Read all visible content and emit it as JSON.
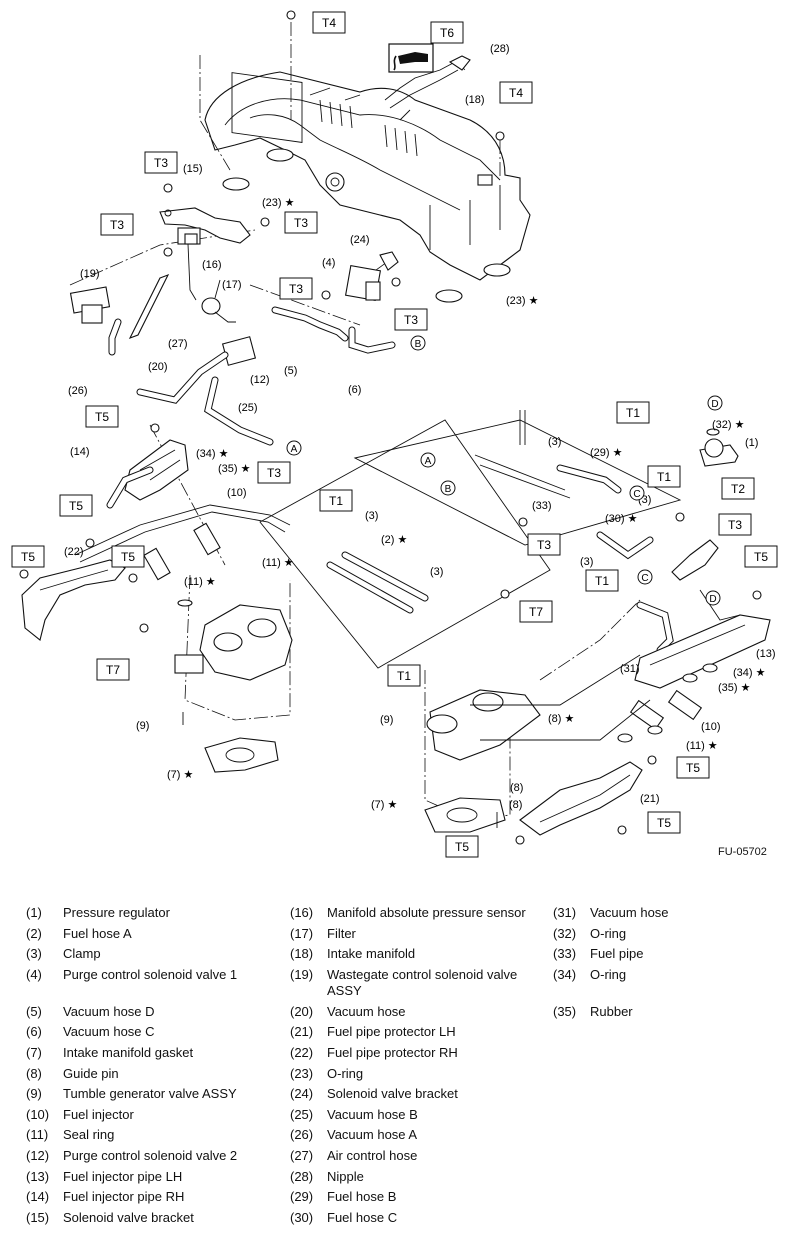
{
  "figure_id": "FU-05702",
  "tightening_labels": [
    "T1",
    "T2",
    "T3",
    "T4",
    "T5",
    "T6",
    "T7"
  ],
  "callouts": [
    "(1)",
    "(2)",
    "(3)",
    "(4)",
    "(5)",
    "(6)",
    "(7)",
    "(8)",
    "(9)",
    "(10)",
    "(11)",
    "(12)",
    "(13)",
    "(14)",
    "(15)",
    "(16)",
    "(17)",
    "(18)",
    "(19)",
    "(20)",
    "(21)",
    "(22)",
    "(23)",
    "(24)",
    "(25)",
    "(26)",
    "(27)",
    "(28)",
    "(29)",
    "(30)",
    "(31)",
    "(32)",
    "(33)",
    "(34)",
    "(35)"
  ],
  "connectors": [
    "A",
    "B",
    "C",
    "D"
  ],
  "replace_mark": "★",
  "legend": [
    {
      "num": "(1)",
      "name": "Pressure regulator"
    },
    {
      "num": "(2)",
      "name": "Fuel hose A"
    },
    {
      "num": "(3)",
      "name": "Clamp"
    },
    {
      "num": "(4)",
      "name": "Purge control solenoid valve 1"
    },
    {
      "num": "(5)",
      "name": "Vacuum hose D"
    },
    {
      "num": "(6)",
      "name": "Vacuum hose C"
    },
    {
      "num": "(7)",
      "name": "Intake manifold gasket"
    },
    {
      "num": "(8)",
      "name": "Guide pin"
    },
    {
      "num": "(9)",
      "name": "Tumble generator valve ASSY"
    },
    {
      "num": "(10)",
      "name": "Fuel injector"
    },
    {
      "num": "(11)",
      "name": "Seal ring"
    },
    {
      "num": "(12)",
      "name": "Purge control solenoid valve 2"
    },
    {
      "num": "(13)",
      "name": "Fuel injector pipe LH"
    },
    {
      "num": "(14)",
      "name": "Fuel injector pipe RH"
    },
    {
      "num": "(15)",
      "name": "Solenoid valve bracket"
    },
    {
      "num": "(16)",
      "name": "Manifold absolute pressure sensor"
    },
    {
      "num": "(17)",
      "name": "Filter"
    },
    {
      "num": "(18)",
      "name": "Intake manifold"
    },
    {
      "num": "(19)",
      "name": "Wastegate control solenoid valve ASSY"
    },
    {
      "num": "(20)",
      "name": "Vacuum hose"
    },
    {
      "num": "(21)",
      "name": "Fuel pipe protector LH"
    },
    {
      "num": "(22)",
      "name": "Fuel pipe protector RH"
    },
    {
      "num": "(23)",
      "name": "O-ring"
    },
    {
      "num": "(24)",
      "name": "Solenoid valve bracket"
    },
    {
      "num": "(25)",
      "name": "Vacuum hose B"
    },
    {
      "num": "(26)",
      "name": "Vacuum hose A"
    },
    {
      "num": "(27)",
      "name": "Air control hose"
    },
    {
      "num": "(28)",
      "name": "Nipple"
    },
    {
      "num": "(29)",
      "name": "Fuel hose B"
    },
    {
      "num": "(30)",
      "name": "Fuel hose C"
    },
    {
      "num": "(31)",
      "name": "Vacuum hose"
    },
    {
      "num": "(32)",
      "name": "O-ring"
    },
    {
      "num": "(33)",
      "name": "Fuel pipe"
    },
    {
      "num": "(34)",
      "name": "O-ring"
    },
    {
      "num": "(35)",
      "name": "Rubber"
    }
  ]
}
